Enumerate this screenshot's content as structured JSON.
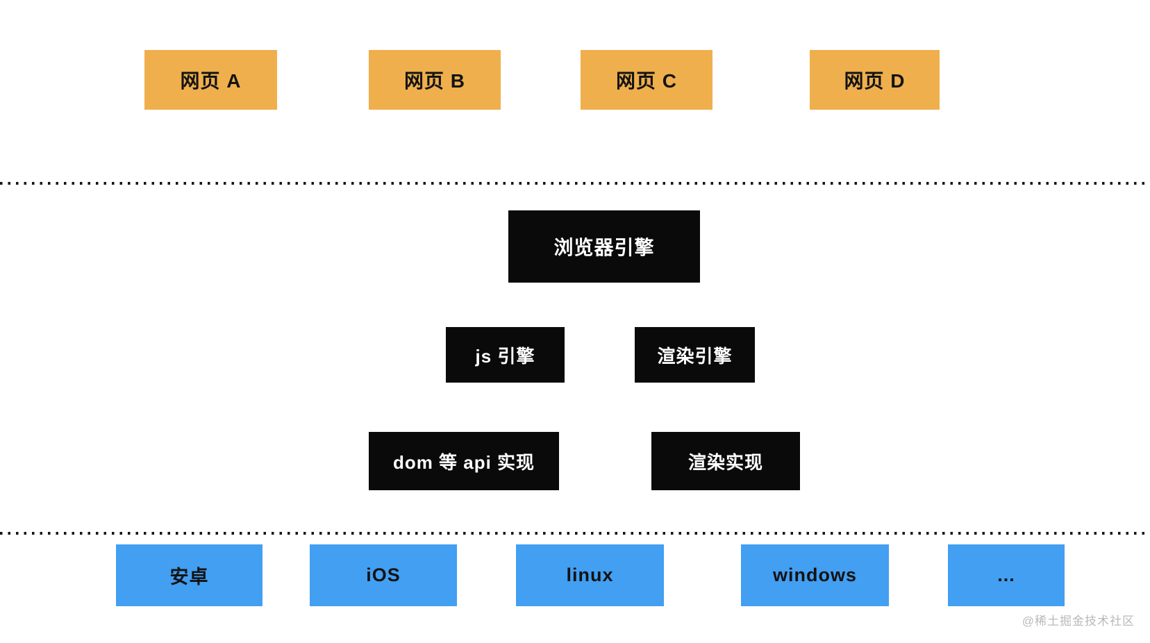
{
  "webpages": {
    "items": [
      {
        "label": "网页 A"
      },
      {
        "label": "网页 B"
      },
      {
        "label": "网页 C"
      },
      {
        "label": "网页 D"
      }
    ]
  },
  "browser_engine": {
    "label": "浏览器引擎"
  },
  "engines": {
    "js": {
      "label": "js 引擎"
    },
    "render": {
      "label": "渲染引擎"
    }
  },
  "implementations": {
    "dom_api": {
      "label": "dom 等 api 实现"
    },
    "render": {
      "label": "渲染实现"
    }
  },
  "platforms": {
    "items": [
      {
        "label": "安卓"
      },
      {
        "label": "iOS"
      },
      {
        "label": "linux"
      },
      {
        "label": "windows"
      },
      {
        "label": "..."
      }
    ]
  },
  "watermark": {
    "text": "@稀土掘金技术社区"
  },
  "colors": {
    "webpage_box": "#EFAF4D",
    "engine_box": "#0A0A0A",
    "platform_box": "#429FF2",
    "divider_dot": "#161616",
    "box_text_dark": "#131313",
    "box_text_light": "#FFFFFF",
    "watermark_text": "#B9B9B9"
  }
}
